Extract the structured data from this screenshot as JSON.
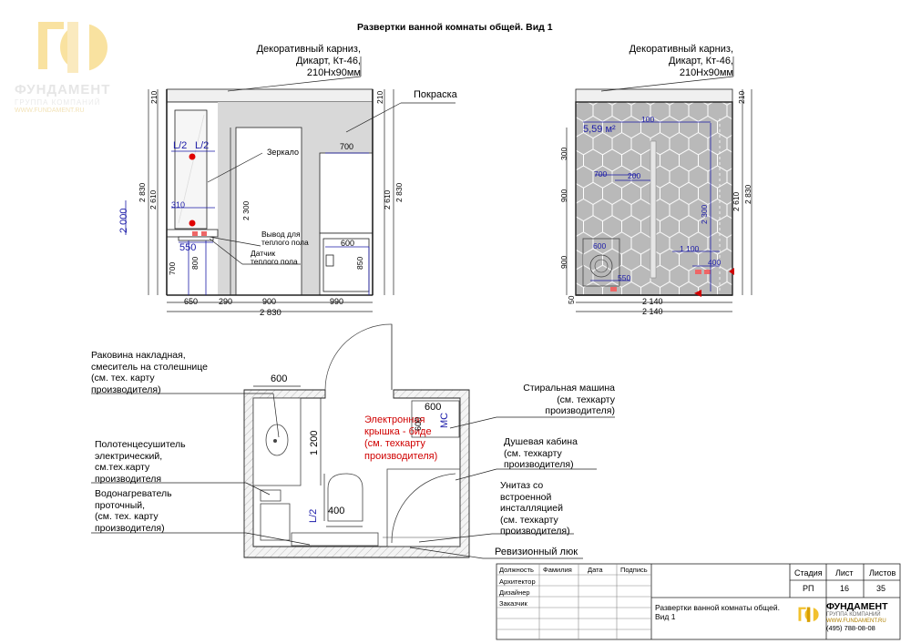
{
  "page": {
    "title": "Развертки ванной комнаты общей. Вид 1"
  },
  "brand": {
    "name": "ФУНДАМЕНТ",
    "subtitle": "ГРУППА КОМПАНИЙ",
    "site": "WWW.FUNDAMENT.RU",
    "phone": "(495) 788-08-08",
    "accent": "#f2c12e",
    "accent_dark": "#d9a000"
  },
  "view_left": {
    "cornice_label": "Декоративный карниз,\nДикарт, Кт-46,\n210Нх90мм",
    "paint_label": "Покраска",
    "mirror_label": "Зеркало",
    "floor_outlet_label": "Вывод для\nтеплого пола",
    "floor_sensor_label": "Датчик\nтеплого пола",
    "socket_label_1": "L/2",
    "socket_label_2": "L/2",
    "h_2000": "2 000",
    "dims_bottom": [
      "650",
      "290",
      "900",
      "990"
    ],
    "dim_total": "2 830",
    "dim_550": "550",
    "dim_310": "310",
    "dim_700_top": "700",
    "dim_600": "600",
    "vdims_left": [
      "210",
      "2 830",
      "2 610",
      "700",
      "800"
    ],
    "vdims_inner": [
      "2 300"
    ],
    "vdims_right": [
      "210",
      "2 830",
      "2 610",
      "850"
    ]
  },
  "view_right": {
    "cornice_label": "Декоративный карниз,\nДикарт, Кт-46,\n210Нх90мм",
    "area": "5,59 м²",
    "dims": [
      "100",
      "700",
      "200",
      "600",
      "1 100",
      "400",
      "550"
    ],
    "dims_bottom": [
      "2 140",
      "2 140"
    ],
    "vdims_left": [
      "300",
      "900",
      "900",
      "50"
    ],
    "vdims_inner": [
      "2 300"
    ],
    "vdims_right": [
      "210",
      "2 610",
      "2 830"
    ]
  },
  "plan": {
    "sink_label": "Раковина накладная,\nсмеситель на столешнице\n(см. тех. карту\nпроизводителя)",
    "towel_label": "Полотенцесушитель\nэлектрический,\nсм.тех.карту\nпроизводителя",
    "heater_label": "Водонагреватель\nпроточный,\n(см. тех. карту\nпроизводителя)",
    "washer_label": "Стиральная машина\n(см. техкарту\nпроизводителя)",
    "shower_label": "Душевая кабина\n(см. техкарту\nпроизводителя)",
    "toilet_label": "Унитаз со\nвстроенной\nинсталляцией\n(см. техкарту\nпроизводителя)",
    "hatch_label": "Ревизионный люк",
    "bidet_label": "Электронная\nкрышка - биде\n(см. техкарту\nпроизводителя)",
    "dim_600_top": "600",
    "dim_1200": "1 200",
    "dim_400": "400",
    "dim_600_wm": "600",
    "dim_600_v": "600",
    "wm_tag": "МС",
    "l2": "L/2"
  },
  "stamp": {
    "headers": [
      "Должность",
      "Фамилия",
      "Дата",
      "Подпись"
    ],
    "rows": [
      "Архитектор",
      "Дизайнер",
      "Заказчик"
    ],
    "stage_header": "Стадия",
    "sheet_header": "Лист",
    "sheets_header": "Листов",
    "stage": "РП",
    "sheet": "16",
    "sheets": "35",
    "title": "Развертки ванной комнаты общей. Вид 1"
  }
}
